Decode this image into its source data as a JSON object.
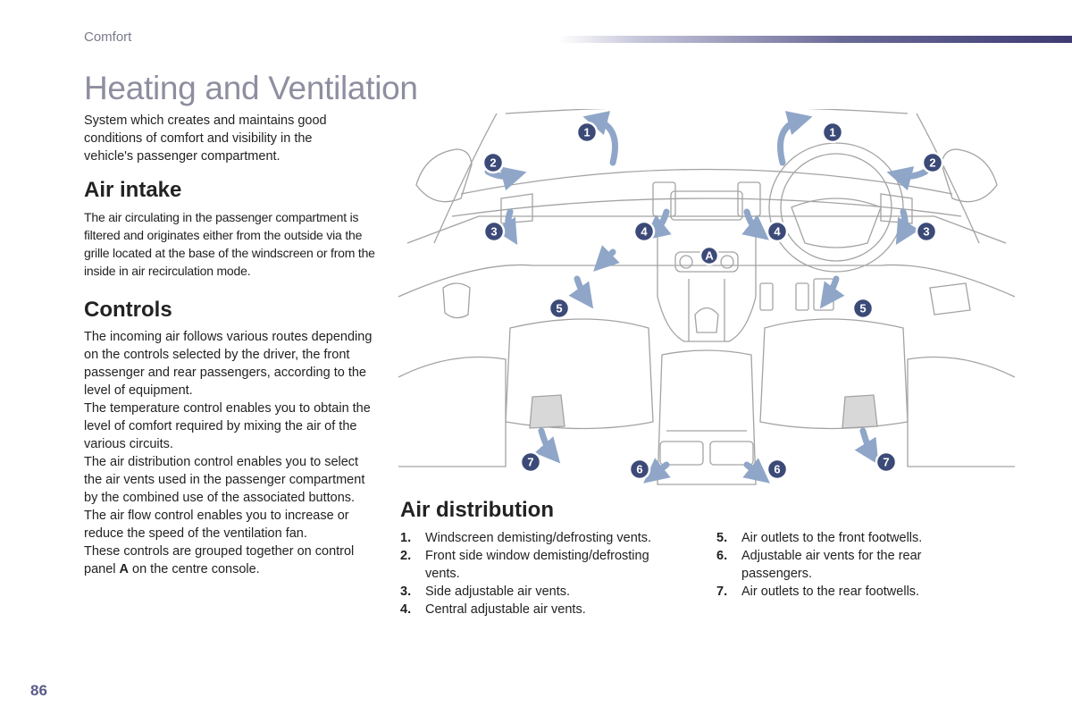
{
  "header": {
    "section": "Comfort",
    "title": "Heating and Ventilation"
  },
  "intro": "System which creates and maintains good conditions of comfort and visibility in the vehicle's passenger compartment.",
  "air_intake": {
    "heading": "Air intake",
    "text": "The air circulating in the passenger compartment is filtered and originates either from the outside via the grille located at the base of the windscreen or from the inside in air recirculation mode."
  },
  "controls": {
    "heading": "Controls",
    "paragraphs": [
      "The incoming air follows various routes depending on the controls selected by the driver, the front passenger and rear passengers, according to the level of equipment.",
      "The temperature control enables you to obtain the level of comfort required by mixing the air of the various circuits.",
      "The air distribution control enables you to select the air vents used in the passenger compartment by the combined use of the associated buttons.",
      "The air flow control enables you to increase or reduce the speed of the ventilation fan."
    ],
    "last_before": "These controls are grouped together on control panel ",
    "last_bold": "A",
    "last_after": " on the centre console."
  },
  "air_distribution": {
    "heading": "Air distribution",
    "items": [
      {
        "num": "1.",
        "text": "Windscreen demisting/defrosting vents."
      },
      {
        "num": "2.",
        "text": "Front side window demisting/defrosting vents."
      },
      {
        "num": "3.",
        "text": "Side adjustable air vents."
      },
      {
        "num": "4.",
        "text": "Central adjustable air vents."
      },
      {
        "num": "5.",
        "text": "Air outlets to the front footwells."
      },
      {
        "num": "6.",
        "text": "Adjustable air vents for the rear passengers."
      },
      {
        "num": "7.",
        "text": "Air outlets to the rear footwells."
      }
    ]
  },
  "diagram": {
    "markers": [
      "1",
      "1",
      "2",
      "2",
      "3",
      "3",
      "4",
      "4",
      "5",
      "5",
      "6",
      "6",
      "7",
      "7",
      "A"
    ],
    "colors": {
      "marker": "#3c4a78",
      "arrow": "#8fa6c8",
      "line": "#9a9a9a"
    }
  },
  "page_number": "86"
}
